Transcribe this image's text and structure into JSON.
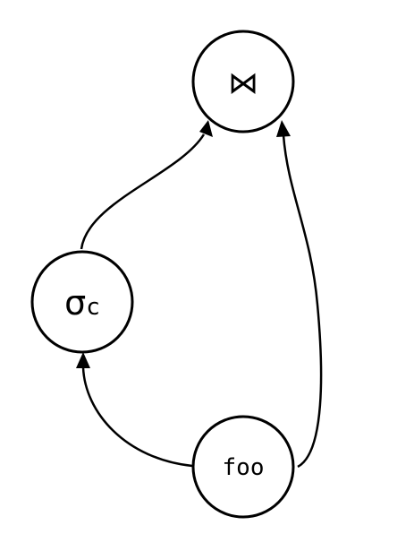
{
  "diagram": {
    "nodes": {
      "join": {
        "symbol": "⋈"
      },
      "select": {
        "symbol": "σ",
        "subscript": "c"
      },
      "foo": {
        "label": "foo"
      }
    },
    "edges": [
      {
        "from": "select",
        "to": "join"
      },
      {
        "from": "foo",
        "to": "join"
      },
      {
        "from": "foo",
        "to": "select"
      }
    ]
  }
}
